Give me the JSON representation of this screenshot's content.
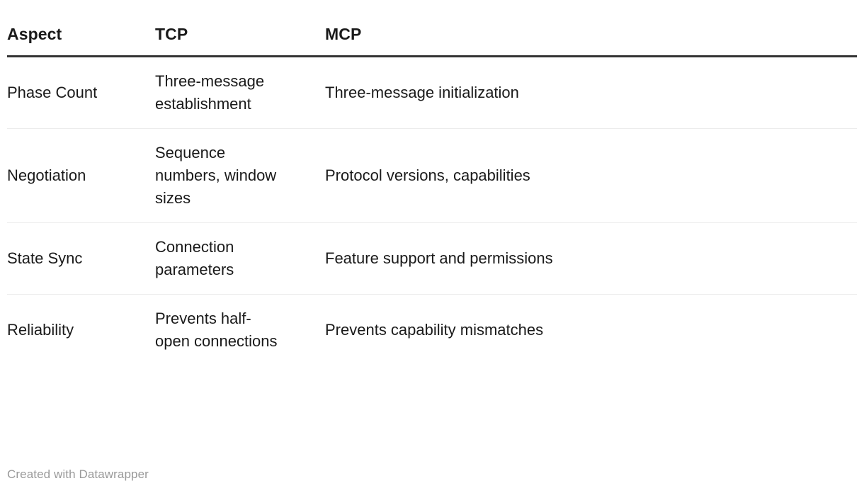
{
  "table": {
    "columns": [
      {
        "key": "aspect",
        "label": "Aspect"
      },
      {
        "key": "tcp",
        "label": "TCP"
      },
      {
        "key": "mcp",
        "label": "MCP"
      }
    ],
    "rows": [
      {
        "aspect": "Phase Count",
        "tcp": "Three-message establishment",
        "mcp": "Three-message initialization"
      },
      {
        "aspect": "Negotiation",
        "tcp": "Sequence numbers, window sizes",
        "mcp": "Protocol versions, capabilities"
      },
      {
        "aspect": "State Sync",
        "tcp": "Connection parameters",
        "mcp": "Feature support and permissions"
      },
      {
        "aspect": "Reliability",
        "tcp": "Prevents half-open connections",
        "mcp": "Prevents capability mismatches"
      }
    ]
  },
  "footer": {
    "credit": "Created with Datawrapper"
  },
  "colors": {
    "text": "#1a1a1a",
    "header_rule": "#333333",
    "row_rule": "#ececec",
    "credit_text": "#999999",
    "background": "#ffffff"
  }
}
